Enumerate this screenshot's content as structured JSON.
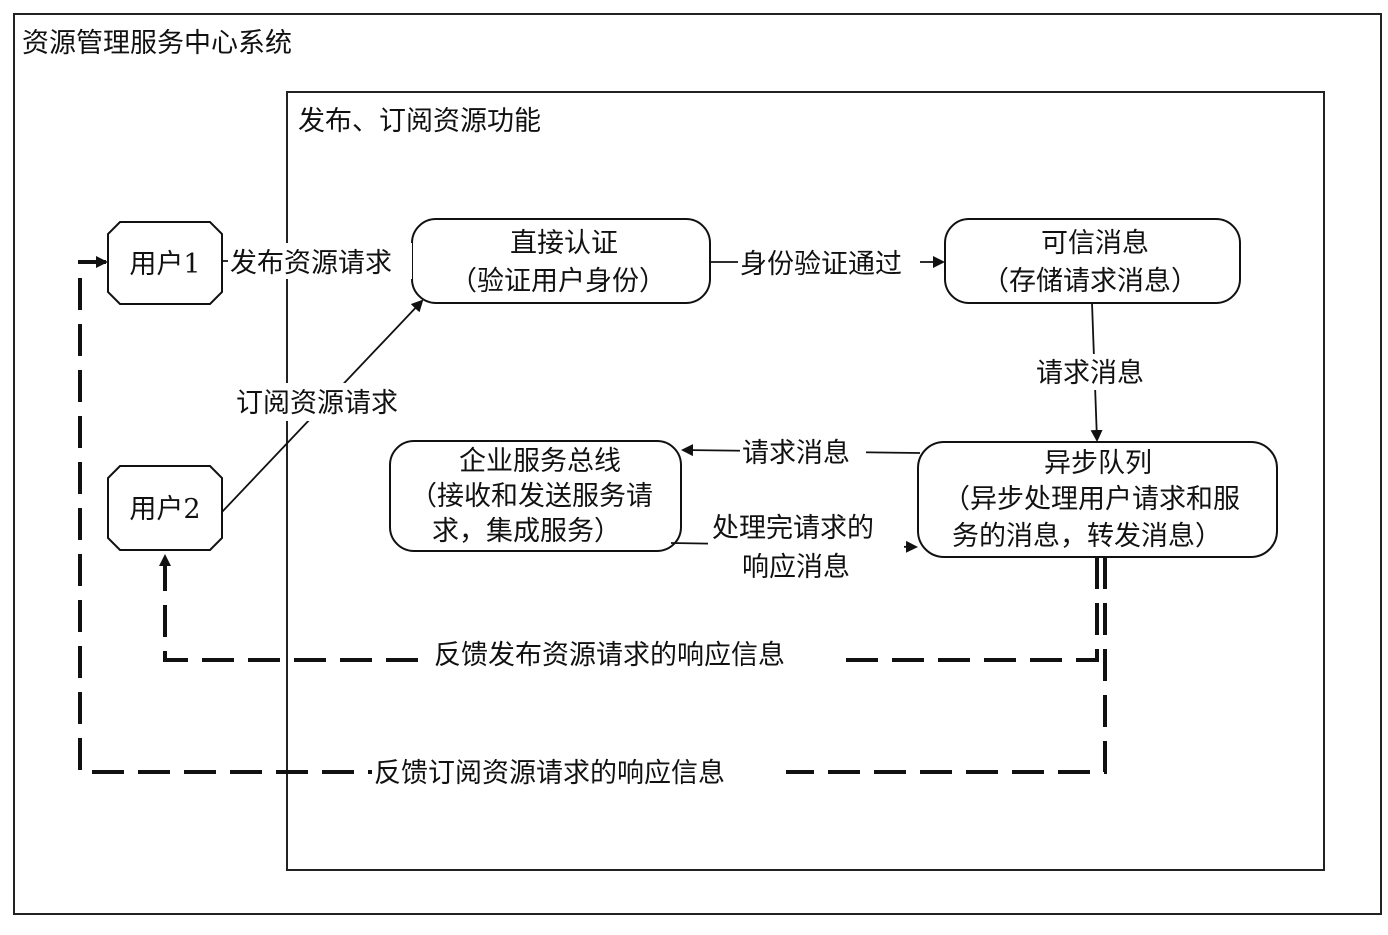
{
  "system": {
    "title": "资源管理服务中心系统"
  },
  "function_box": {
    "title": "发布、订阅资源功能"
  },
  "users": {
    "user1": "用户1",
    "user2": "用户2"
  },
  "nodes": {
    "auth": {
      "line1": "直接认证",
      "line2": "（验证用户身份）"
    },
    "trusted": {
      "line1": "可信消息",
      "line2": "（存储请求消息）"
    },
    "queue": {
      "line1": "异步队列",
      "line2": "（异步处理用户请求和服",
      "line3": "务的消息，转发消息）"
    },
    "esb": {
      "line1": "企业服务总线",
      "line2": "（接收和发送服务请",
      "line3": "求，集成服务）"
    }
  },
  "edges": {
    "publish_request": "发布资源请求",
    "subscribe_request": "订阅资源请求",
    "auth_passed": "身份验证通过",
    "request_message_down": "请求消息",
    "request_message_left": "请求消息",
    "processed_response_line1": "处理完请求的",
    "processed_response_line2": "响应消息",
    "feedback_publish": "反馈发布资源请求的响应信息",
    "feedback_subscribe": "反馈订阅资源请求的响应信息"
  }
}
